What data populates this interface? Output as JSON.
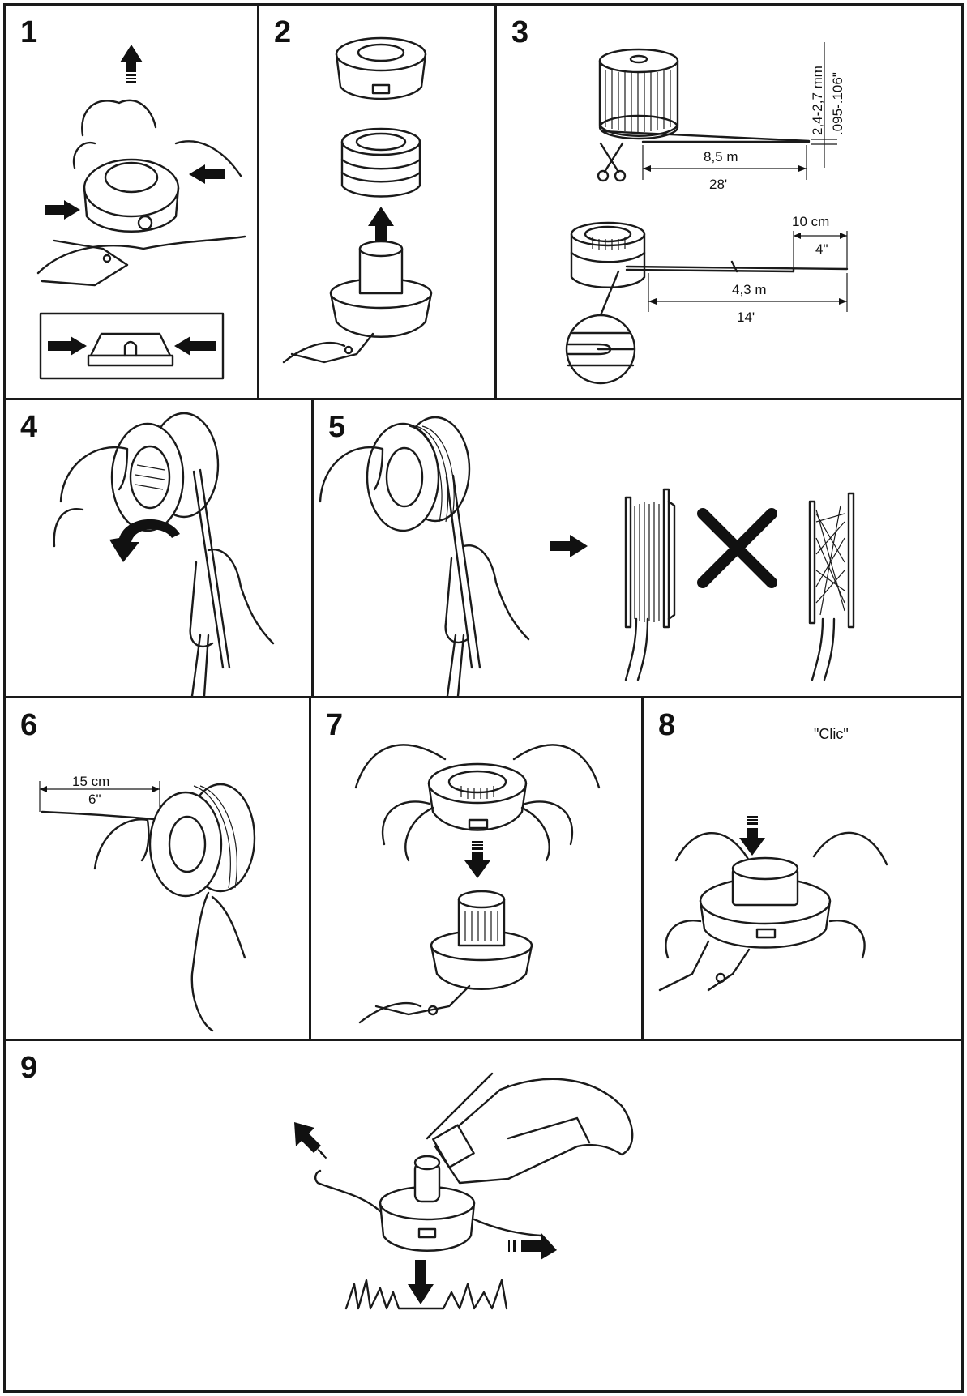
{
  "panels": [
    {
      "number": "1"
    },
    {
      "number": "2"
    },
    {
      "number": "3"
    },
    {
      "number": "4"
    },
    {
      "number": "5"
    },
    {
      "number": "6"
    },
    {
      "number": "7"
    },
    {
      "number": "8"
    },
    {
      "number": "9"
    }
  ],
  "panel3": {
    "line_diameter_metric": "2,4-2,7 mm",
    "line_diameter_imperial": ".095-.106\"",
    "line_length_metric": "8,5 m",
    "line_length_imperial": "28'",
    "end_length_metric": "10 cm",
    "end_length_imperial": "4\"",
    "half_length_metric": "4,3 m",
    "half_length_imperial": "14'"
  },
  "panel6": {
    "free_end_metric": "15 cm",
    "free_end_imperial": "6\""
  },
  "panel8": {
    "sound_label": "\"Clic\""
  },
  "icons": [
    "arrow-up-icon",
    "arrow-right-icon",
    "arrow-left-icon",
    "arrow-down-icon",
    "scissors-icon",
    "rotate-arrow-icon",
    "wrong-cross-icon"
  ]
}
